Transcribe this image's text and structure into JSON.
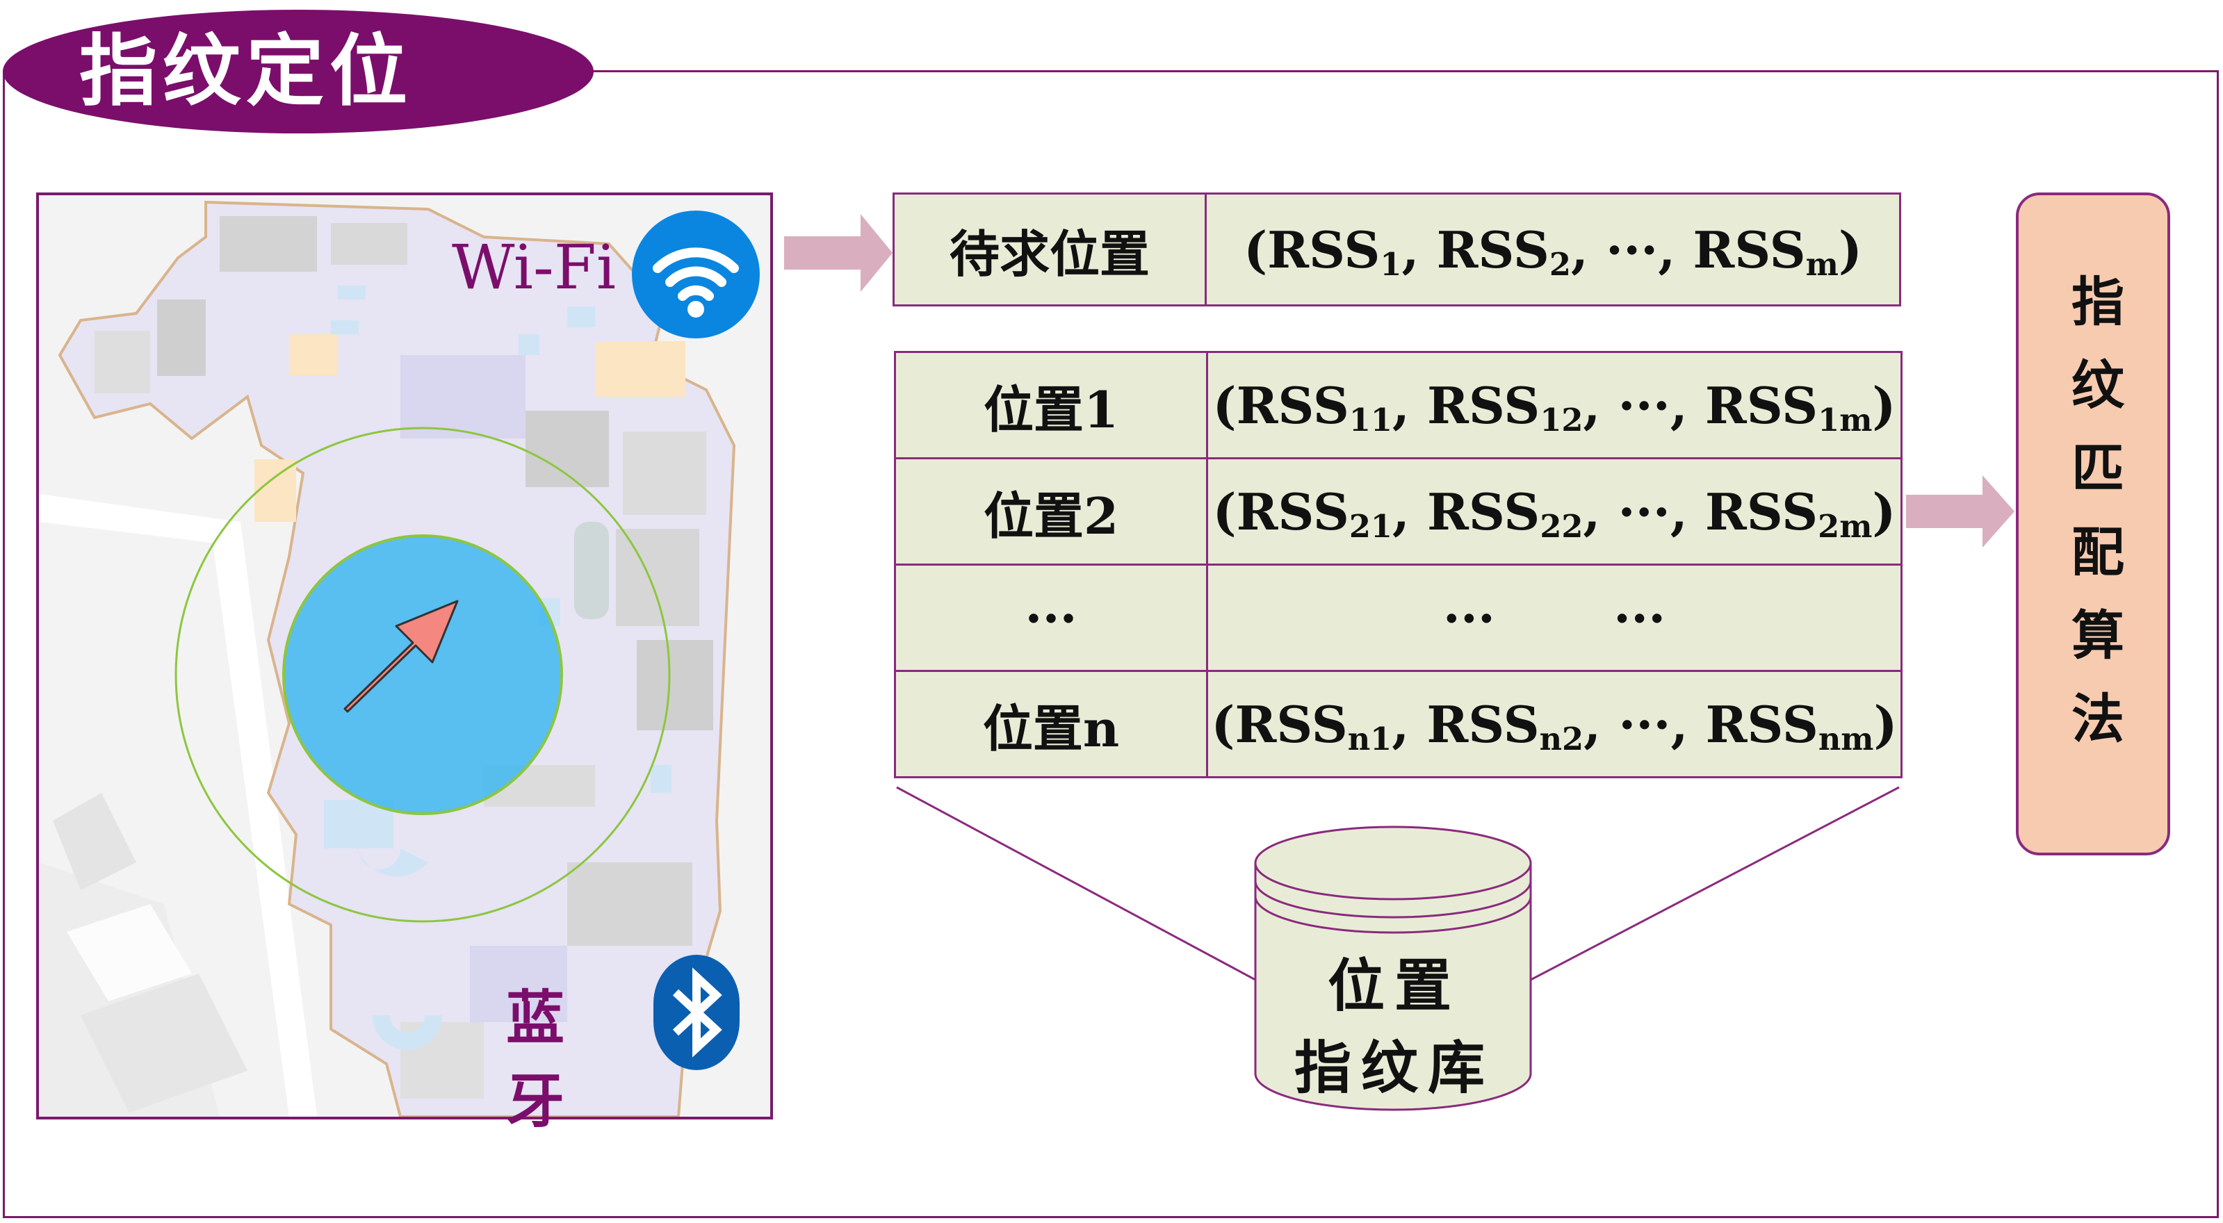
{
  "title": "指纹定位",
  "map": {
    "wifi_label": "Wi-Fi",
    "wifi_icon": "wifi-icon",
    "bluetooth_label": "蓝 牙",
    "bluetooth_icon": "bluetooth-icon"
  },
  "query": {
    "label": "待求位置",
    "rss_prefix": "(RSS",
    "rss_sub1": "1",
    "rss_mid1": ", RSS",
    "rss_sub2": "2",
    "rss_mid2": ", ···, RSS",
    "rss_subm": "m",
    "rss_suffix": ")"
  },
  "database": {
    "rows": [
      {
        "label": "位置1",
        "s1": "11",
        "s2": "12",
        "s3": "1m"
      },
      {
        "label": "位置2",
        "s1": "21",
        "s2": "22",
        "s3": "2m"
      },
      {
        "label": "···",
        "dots_a": "···",
        "dots_b": "···"
      },
      {
        "label": "位置n",
        "s1": "n1",
        "s2": "n2",
        "s3": "nm"
      }
    ],
    "rss_prefix": "(RSS",
    "rss_sep": ", RSS",
    "rss_ellipsis": ", ···, RSS",
    "rss_suffix": ")"
  },
  "algorithm": {
    "label": "指纹匹配算法"
  },
  "fingerprint_db": {
    "line1": "位置",
    "line2": "指纹库"
  },
  "colors": {
    "accent": "#7b0e6b",
    "table_fill": "#e8ecd6",
    "algo_fill": "#f7cbb0",
    "arrow": "#d9aebf",
    "circle_fill": "#3fb7ef"
  }
}
